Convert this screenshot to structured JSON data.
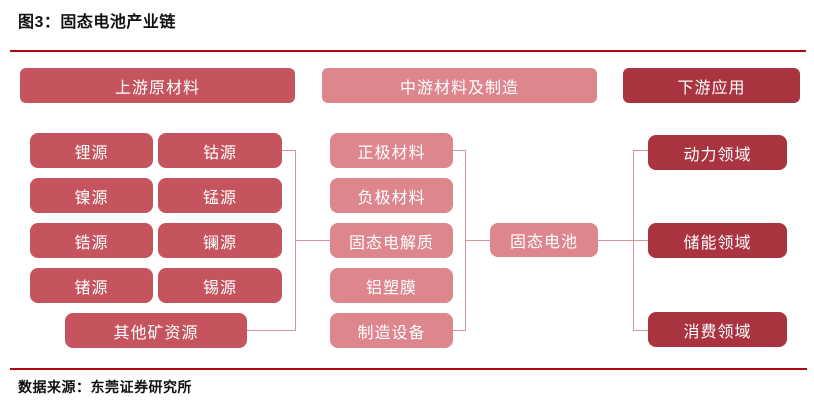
{
  "title": "图3：固态电池产业链",
  "footer": {
    "source": "数据来源：东莞证券研究所"
  },
  "diagram": {
    "type": "industry-chain-flowchart",
    "headers": {
      "upstream": "上游原材料",
      "midstream": "中游材料及制造",
      "downstream": "下游应用"
    },
    "upstream_items": [
      "锂源",
      "钴源",
      "镍源",
      "锰源",
      "锆源",
      "镧源",
      "锗源",
      "锡源",
      "其他矿资源"
    ],
    "midstream_items": [
      "正极材料",
      "负极材料",
      "固态电解质",
      "铝塑膜",
      "制造设备"
    ],
    "core_node": "固态电池",
    "downstream_items": [
      "动力领域",
      "储能领域",
      "消费领域"
    ],
    "colors": {
      "upstream_box": "#c5545e",
      "midstream_box": "#dd868e",
      "downstream_box": "#a93440",
      "connector": "#d9959c",
      "rule": "#ae0c0c"
    }
  }
}
